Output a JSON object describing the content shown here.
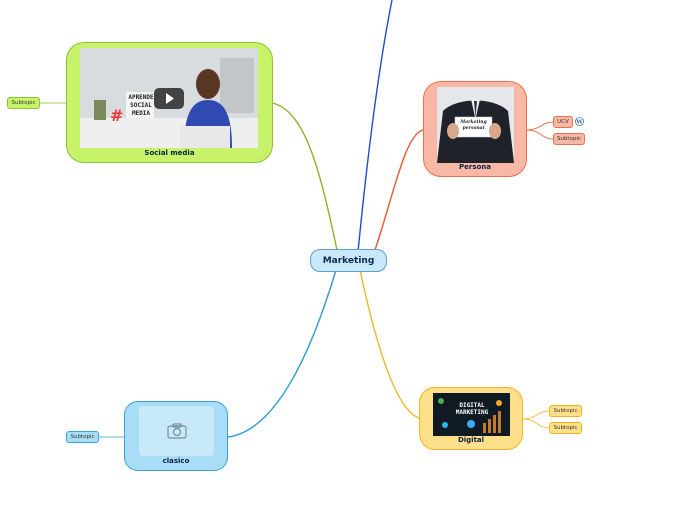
{
  "central": {
    "label": "Marketing"
  },
  "topics": {
    "social_media": {
      "label": "Social media",
      "image_text": "APRENDE SOCIAL MEDIA"
    },
    "persona": {
      "label": "Persona",
      "image_text": "Marketing personal"
    },
    "digital": {
      "label": "Digital",
      "image_text": "DIGITAL MARKETING"
    },
    "clasico": {
      "label": "clasico"
    }
  },
  "subtopics": {
    "social_media": [
      "Subtopic"
    ],
    "persona": [
      "UCV",
      "Subtopic"
    ],
    "digital": [
      "Subtopic",
      "Subtopic"
    ],
    "clasico": [
      "Subtopic"
    ]
  },
  "icons": {
    "persona_extra": "wordpress-icon",
    "clasico_placeholder": "camera-icon",
    "social_media_video": "play-icon"
  },
  "colors": {
    "central": "#c9e8fa",
    "social_media": "#c9f26b",
    "persona": "#f9b8a5",
    "digital": "#ffe08a",
    "clasico": "#a9dcf6",
    "branch_top": "#1f4fc6",
    "branch_social": "#8ab42a",
    "branch_persona": "#e8552f",
    "branch_digital": "#f0b322",
    "branch_clasico": "#2f9ad6"
  }
}
